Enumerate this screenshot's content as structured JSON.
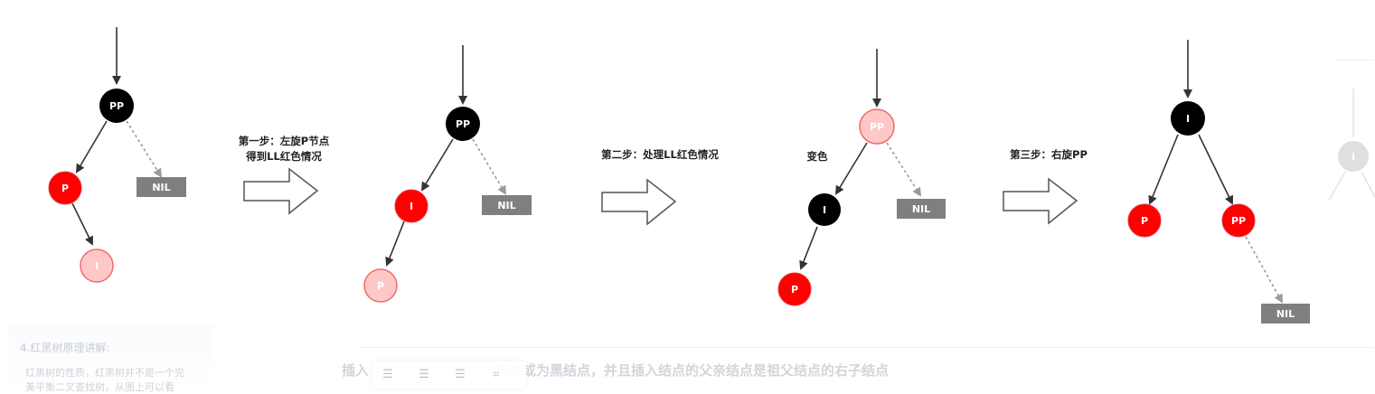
{
  "colors": {
    "black_node": "#000000",
    "red_node": "#ff0000",
    "red_node_border": "#e53935",
    "pink_node": "#ffc8c8",
    "pink_node_border": "#ef6a6a",
    "nil_fill": "#7f7f7f",
    "edge": "#333333",
    "dashed_edge": "#9a9a9a"
  },
  "diagrams": [
    {
      "nodes": [
        {
          "id": "PP",
          "label": "PP",
          "style": "black"
        },
        {
          "id": "P",
          "label": "P",
          "style": "red"
        },
        {
          "id": "I",
          "label": "I",
          "style": "pink"
        },
        {
          "id": "NIL",
          "label": "NIL",
          "style": "nil"
        }
      ]
    },
    {
      "nodes": [
        {
          "id": "PP",
          "label": "PP",
          "style": "black"
        },
        {
          "id": "I",
          "label": "I",
          "style": "red"
        },
        {
          "id": "P",
          "label": "P",
          "style": "pink"
        },
        {
          "id": "NIL",
          "label": "NIL",
          "style": "nil"
        }
      ]
    },
    {
      "nodes": [
        {
          "id": "PP",
          "label": "PP",
          "style": "pink"
        },
        {
          "id": "I",
          "label": "I",
          "style": "black"
        },
        {
          "id": "P",
          "label": "P",
          "style": "red"
        },
        {
          "id": "NIL",
          "label": "NIL",
          "style": "nil"
        }
      ]
    },
    {
      "nodes": [
        {
          "id": "I",
          "label": "I",
          "style": "black"
        },
        {
          "id": "P",
          "label": "P",
          "style": "red"
        },
        {
          "id": "PP",
          "label": "PP",
          "style": "red"
        },
        {
          "id": "NIL",
          "label": "NIL",
          "style": "nil"
        }
      ]
    }
  ],
  "captions": {
    "step1_line1": "第一步：左旋P节点",
    "step1_line2": "得到LL红色情况",
    "step2": "第二步：处理LL红色情况",
    "recolor": "变色",
    "step3": "第三步：右旋PP"
  },
  "faded_right_node_label": "I",
  "background": {
    "left_panel_title": "4.红黑树原理讲解:",
    "left_panel_line1": "红黑树的性质，红黑树并不是一个完",
    "left_panel_line2": "美平衡二叉查找树，从图上可以看",
    "heading_prefix": "插入",
    "heading_suffix": "存在或为黑结点，并且插入结点的父亲结点是祖父结点的右子结点"
  }
}
